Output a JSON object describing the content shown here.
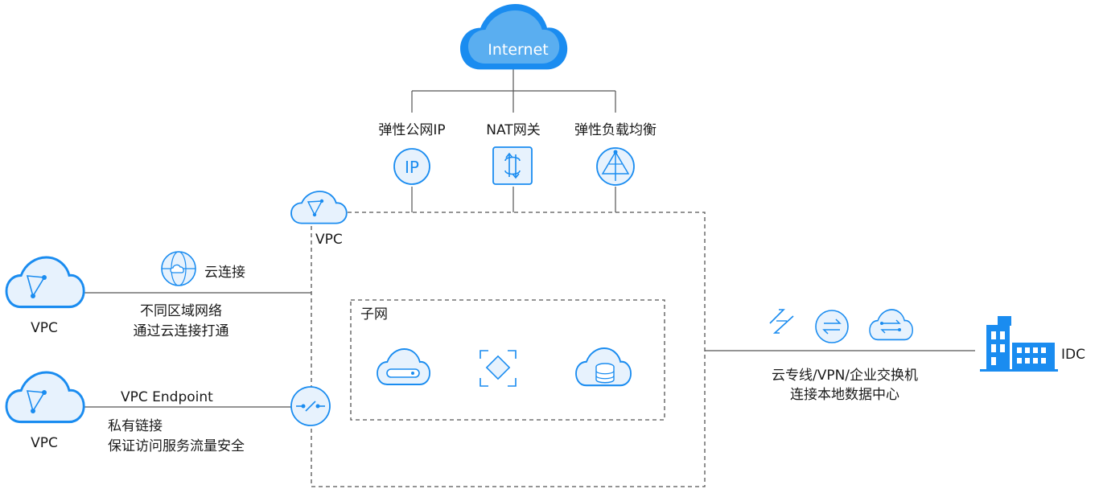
{
  "colors": {
    "accent": "#1a8cf0",
    "accent_fill": "#6cb7f2",
    "icon_bg": "#e7f2fd",
    "line": "#555555",
    "text": "#1a1a1a"
  },
  "internet": {
    "label": "Internet",
    "icon": "cloud-icon"
  },
  "services": {
    "eip": {
      "label": "弹性公网IP",
      "icon": "ip-icon",
      "icon_text": "IP"
    },
    "nat": {
      "label": "NAT网关",
      "icon": "nat-gateway-icon"
    },
    "elb": {
      "label": "弹性负载均衡",
      "icon": "load-balancer-icon"
    }
  },
  "vpc_main": {
    "label": "VPC",
    "icon": "vpc-cloud-icon"
  },
  "subnet": {
    "label": "子网",
    "icons": [
      "cloud-server-icon",
      "container-icon",
      "cloud-database-icon"
    ]
  },
  "left_top": {
    "vpc_label": "VPC",
    "connect_label": "云连接",
    "connect_icon": "cloud-connect-icon",
    "desc_line1": "不同区域网络",
    "desc_line2": "通过云连接打通"
  },
  "left_bottom": {
    "vpc_label": "VPC",
    "endpoint_label": "VPC Endpoint",
    "endpoint_icon": "vpc-endpoint-icon",
    "desc_line1": "私有链接",
    "desc_line2": "保证访问服务流量安全"
  },
  "right": {
    "icons": [
      "direct-connect-icon",
      "vpn-icon",
      "enterprise-switch-icon"
    ],
    "desc_line1": "云专线/VPN/企业交换机",
    "desc_line2": "连接本地数据中心",
    "idc_label": "IDC",
    "idc_icon": "building-icon"
  }
}
